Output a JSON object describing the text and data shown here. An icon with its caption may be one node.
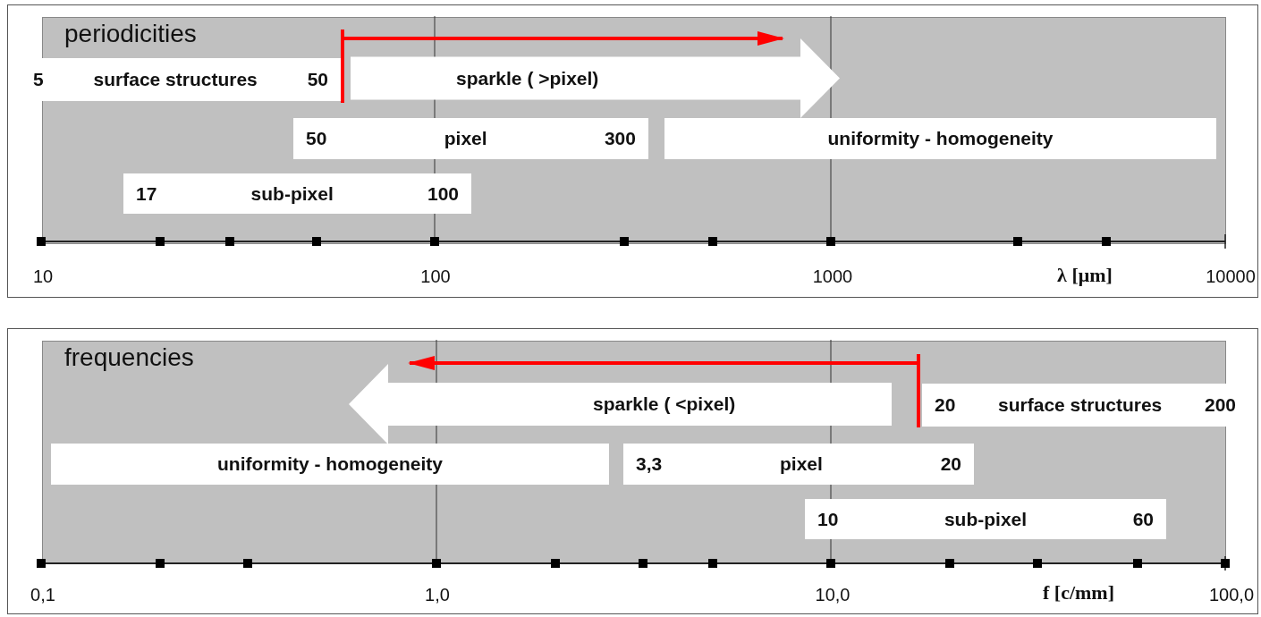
{
  "diagram": {
    "nodes": [
      {
        "text": [],
        "shape": "box"
      },
      {
        "text": [
          "periodicities"
        ],
        "in": 0
      },
      {
        "text": [
          "5",
          "surface structures",
          "50"
        ],
        "in": 0
      },
      {
        "text": [
          "sparkle ( >pixel)"
        ],
        "in": 1
      },
      {
        "text": [
          "50",
          "pixel",
          "300"
        ],
        "in": 1
      },
      {
        "text": [
          "uniformity - homogeneity"
        ],
        "in": 1
      },
      {
        "text": [
          "17",
          "sub-pixel",
          "100"
        ],
        "in": 1
      },
      {
        "text": [],
        "shape": "box"
      },
      {
        "text": [
          "frequencies"
        ],
        "in": 7
      },
      {
        "text": [
          "sparkle ( <pixel)"
        ],
        "in": 8
      },
      {
        "text": [
          "20",
          "surface structures",
          "200"
        ],
        "in": 7
      },
      {
        "text": [
          "uniformity - homogeneity"
        ],
        "in": 8
      },
      {
        "text": [
          "3,3",
          "pixel",
          "20"
        ],
        "in": 8
      },
      {
        "text": [
          "10",
          "sub-pixel",
          "60"
        ],
        "in": 8
      }
    ],
    "edges": [
      {
        "from": 2,
        "to": 3,
        "arrow": "to",
        "color": "#ff0000"
      },
      {
        "from": 10,
        "to": 9,
        "arrow": "to",
        "color": "#ff0000"
      }
    ],
    "labels": [
      "10",
      "100",
      "1000",
      "λ [μm]",
      "10000",
      "0,1",
      "1,0",
      "10,0",
      "f [c/mm]",
      "100,0"
    ]
  }
}
